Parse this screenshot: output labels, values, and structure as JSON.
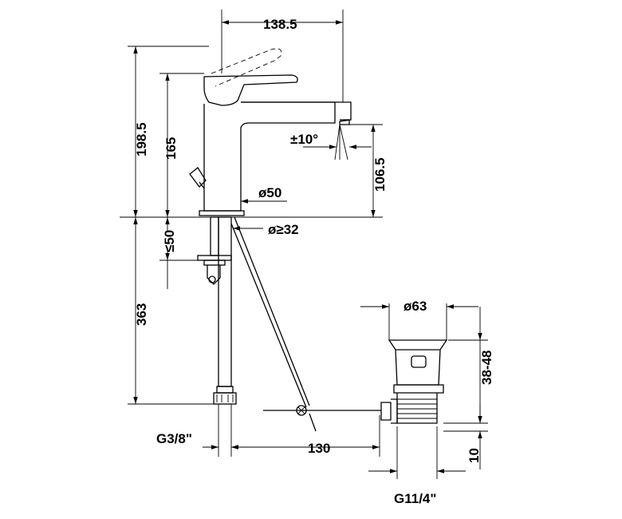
{
  "drawing": {
    "dimensions": {
      "spout_reach": "138.5",
      "total_height": "198.5",
      "spout_height": "165",
      "swivel_angle": "±10°",
      "outlet_height": "106.5",
      "body_diameter": "ø50",
      "max_deck_thickness": "≤50",
      "hole_diameter": "ø≥32",
      "hose_length": "363",
      "waste_diameter": "ø63",
      "pop_up_range": "38-48",
      "connection_thread": "G3/8\"",
      "rod_length": "130",
      "waste_offset": "10",
      "waste_thread": "G11/4\""
    }
  }
}
